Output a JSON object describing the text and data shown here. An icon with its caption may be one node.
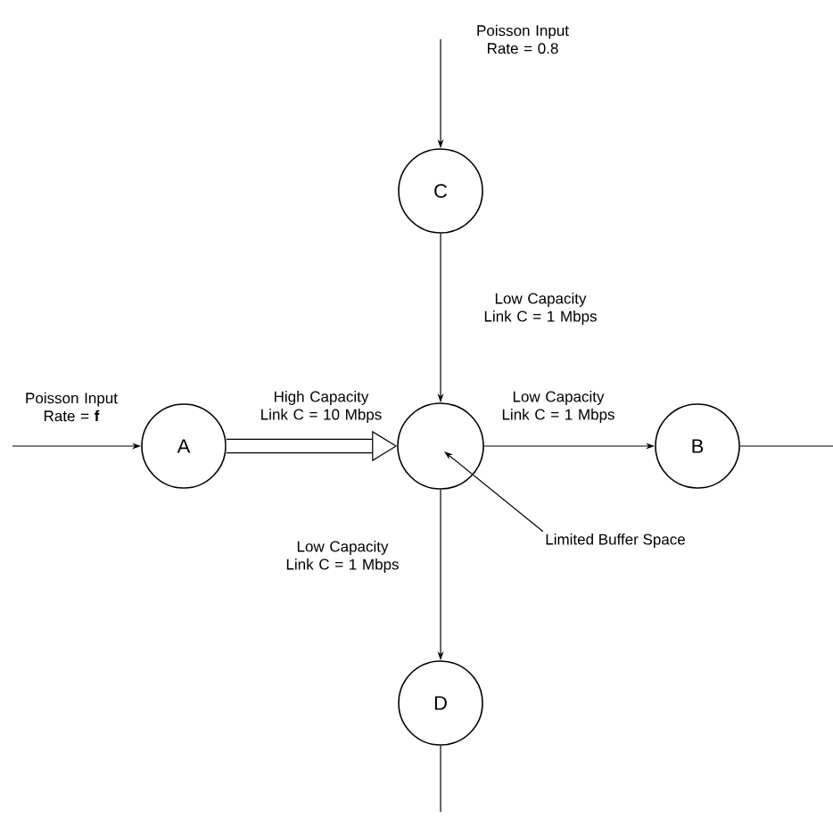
{
  "diagram": {
    "nodes": [
      {
        "text": [
          "C"
        ]
      },
      {
        "text": [
          "A"
        ]
      },
      {
        "text": [],
        "shape": "circle"
      },
      {
        "text": [
          "B"
        ]
      },
      {
        "text": [
          "D"
        ]
      },
      {
        "text": [
          "Limited Buffer Space"
        ]
      }
    ],
    "edges": [
      {
        "from": null,
        "to": 0,
        "arrow": "to",
        "label": "Poisson Input Rate = 0.8"
      },
      {
        "from": null,
        "to": 1,
        "arrow": "to",
        "label": "Poisson Input Rate = **f**"
      },
      {
        "from": 0,
        "to": 2,
        "arrow": "to",
        "label": "Low Capacity Link C = 1 Mbps"
      },
      {
        "from": 1,
        "to": 2,
        "arrow": "to",
        "label": "High Capacity Link C = 10 Mbps",
        "style": "thick"
      },
      {
        "from": 2,
        "to": 3,
        "arrow": "to",
        "label": "Low Capacity Link C = 1 Mbps"
      },
      {
        "from": 2,
        "to": 4,
        "arrow": "to",
        "label": "Low Capacity Link C = 1 Mbps"
      },
      {
        "from": 3,
        "to": null,
        "arrow": "none"
      },
      {
        "from": 4,
        "to": null,
        "arrow": "none"
      },
      {
        "from": 5,
        "to": 2,
        "arrow": "to"
      }
    ]
  }
}
